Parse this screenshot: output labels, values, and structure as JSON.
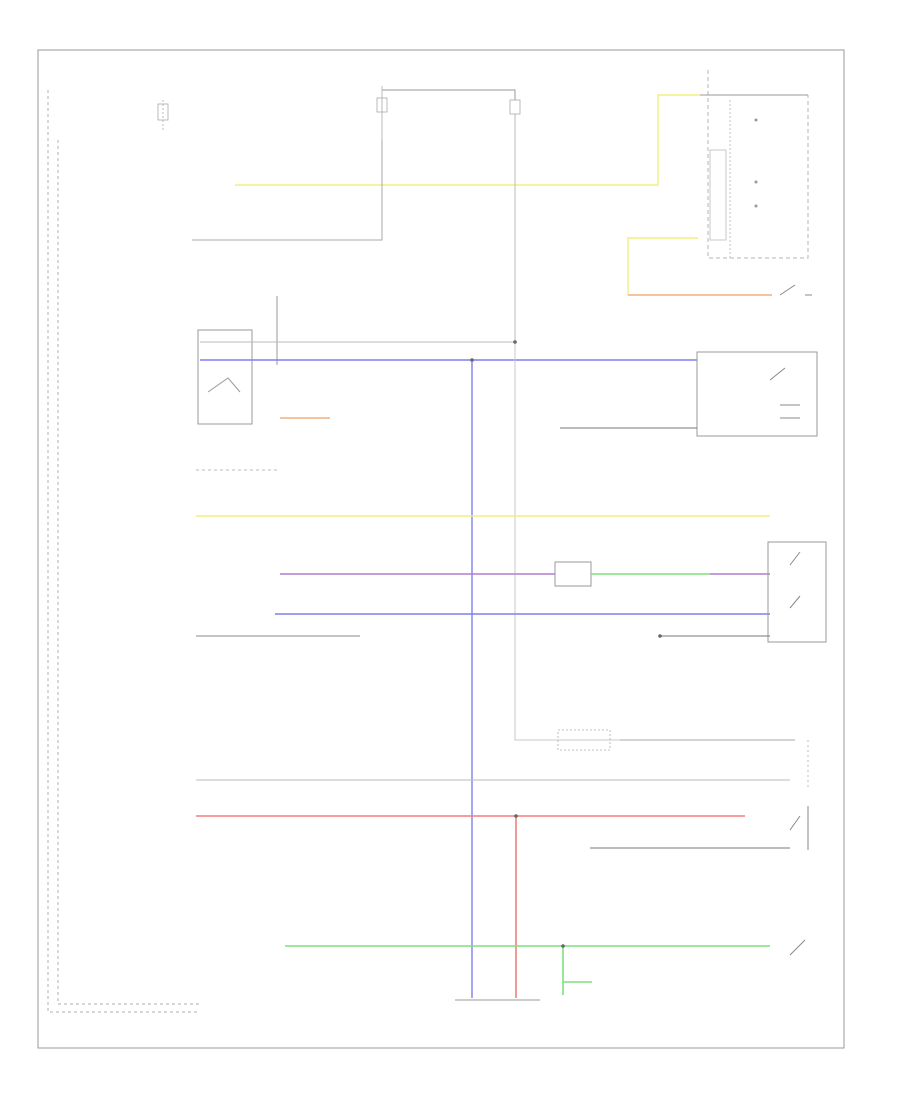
{
  "page": {
    "footer_code": "",
    "side_panel_label": "",
    "side_panel_note": ""
  },
  "left_labels": [
    {
      "id": "ign-top",
      "text": ""
    },
    {
      "id": "ign-sw",
      "text": ""
    },
    {
      "id": "sw-rt",
      "text": ""
    },
    {
      "id": "small-lt",
      "text": ""
    },
    {
      "id": "illum",
      "text": ""
    },
    {
      "id": "pn",
      "text": ""
    },
    {
      "id": "seatbelt",
      "text": ""
    },
    {
      "id": "ground",
      "text": ""
    },
    {
      "id": "buzz",
      "text": ""
    },
    {
      "id": "door-sw",
      "text": ""
    },
    {
      "id": "parking",
      "text": ""
    }
  ],
  "components": {
    "fuse_box_label": "",
    "gauge_assy_label": "",
    "fuse_left_label": "",
    "fuse_right_label": "",
    "oil_switch_label": "",
    "taillight_relay_label": "",
    "headlight_switch_label": "",
    "ground_note_label": "",
    "transmission_label": "",
    "connector_label": "",
    "seatbelt_switch_label": "",
    "door_switch_label": "",
    "hood_switch_label": "",
    "lower_connector_label": "",
    "security_control_label": ""
  },
  "wire_colors": {
    "blue": "#7f7ff0",
    "red": "#f07f7f",
    "green": "#7fe07f",
    "yellow": "#f0f07f",
    "orange": "#f0b07f",
    "purple": "#b07fd0",
    "gray": "#909090",
    "light_gray": "#bbbbbb",
    "dark": "#555555"
  }
}
